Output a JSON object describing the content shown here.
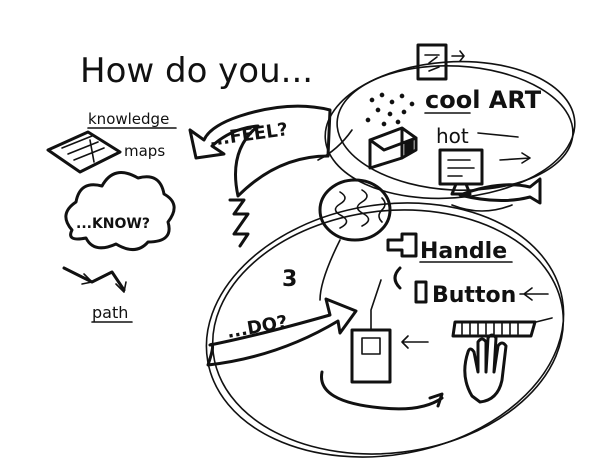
{
  "title": "How do you...",
  "labels": {
    "feel": "...FEEL?",
    "know": "...KNOW?",
    "do": "...DO?",
    "knowledge": "knowledge",
    "maps": "maps",
    "path": "path",
    "cool_art": "cool ART",
    "handle": "Handle",
    "button": "Button",
    "hot": "hot",
    "number_3": "3"
  }
}
